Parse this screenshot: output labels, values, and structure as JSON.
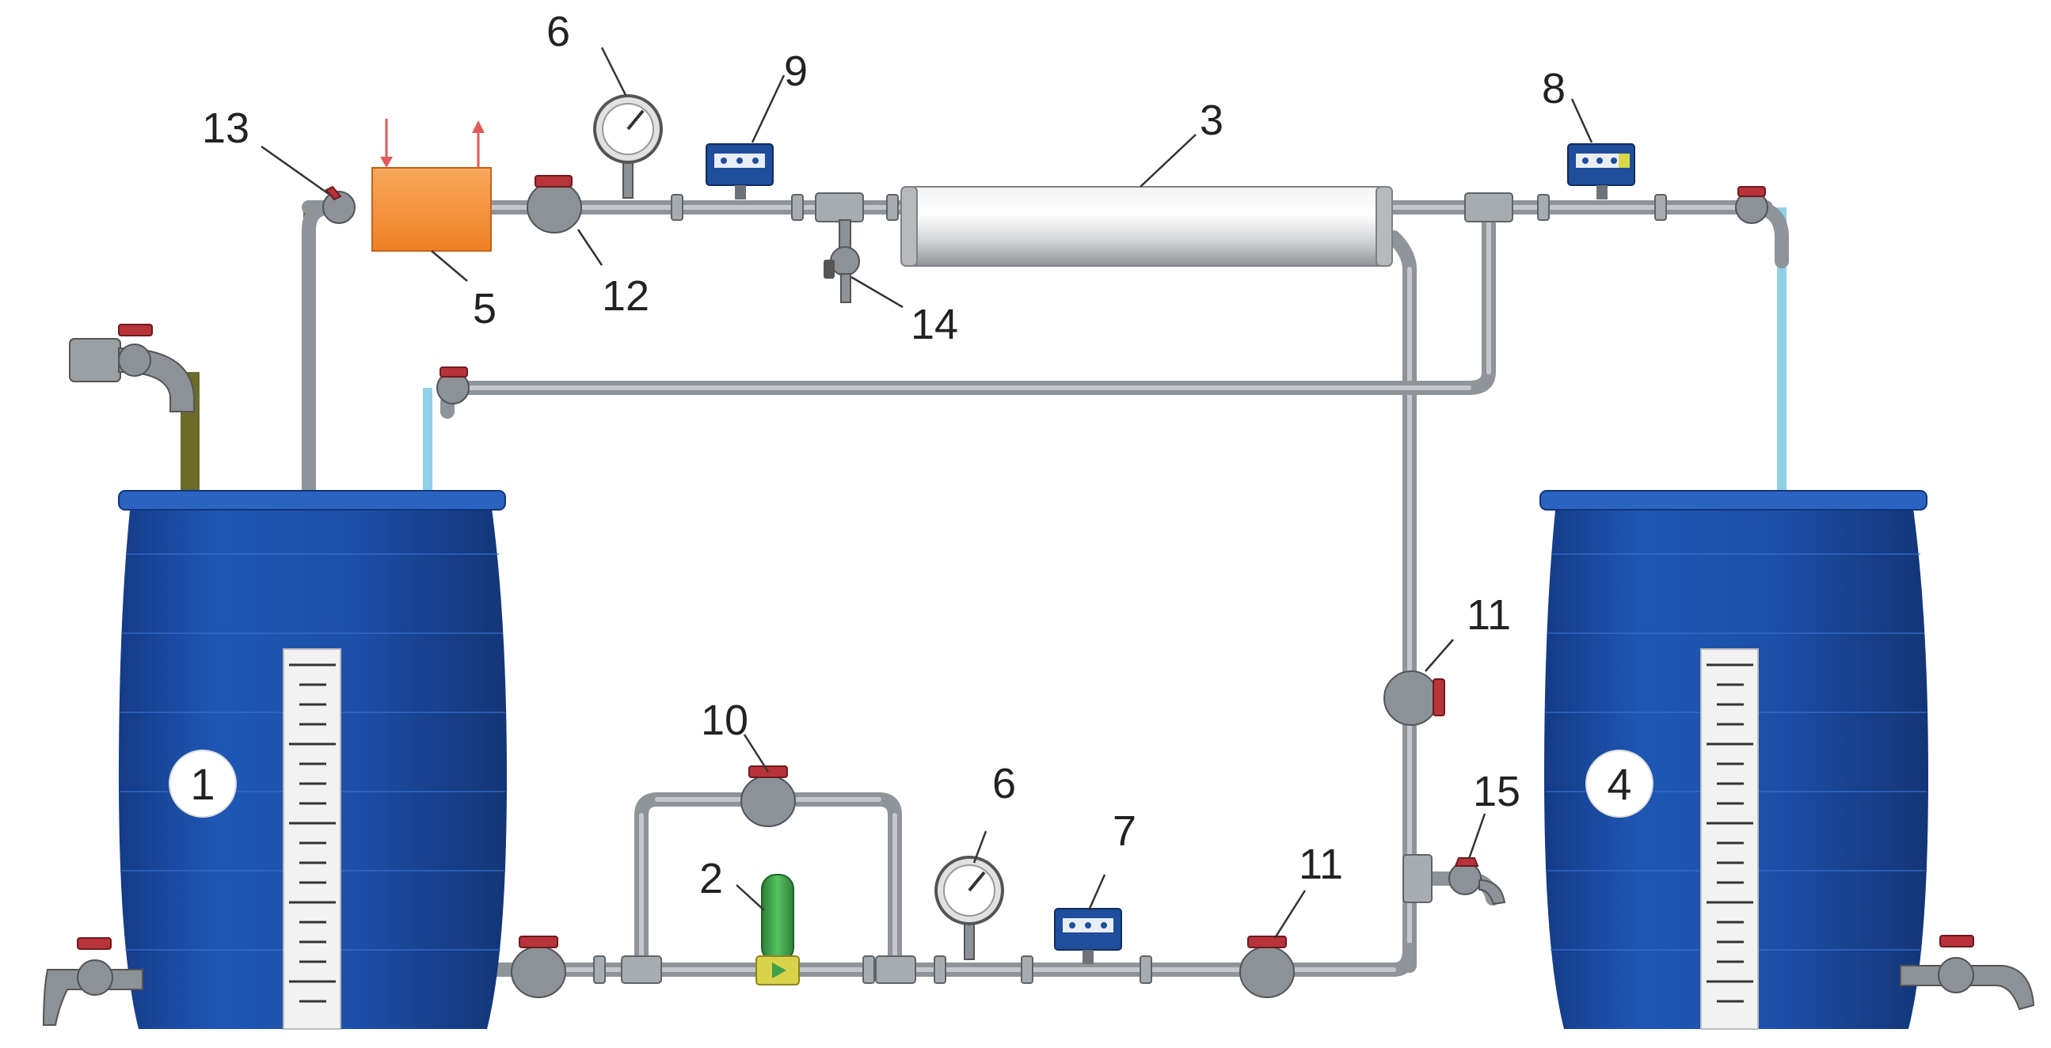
{
  "components": {
    "tank_feed": {
      "label": "1"
    },
    "pump": {
      "label": "2"
    },
    "membrane_module": {
      "label": "3"
    },
    "tank_permeate": {
      "label": "4"
    },
    "heat_exchanger": {
      "label": "5"
    },
    "pressure_gauge_top": {
      "label": "6"
    },
    "pressure_gauge_bottom": {
      "label": "6"
    },
    "flow_meter_bottom": {
      "label": "7"
    },
    "flow_meter_permeate": {
      "label": "8"
    },
    "flow_meter_top": {
      "label": "9"
    },
    "bypass_valve": {
      "label": "10"
    },
    "valve_return": {
      "label": "11"
    },
    "valve_bottom": {
      "label": "11"
    },
    "valve_main": {
      "label": "12"
    },
    "valve_inlet": {
      "label": "13"
    },
    "sampling_valve": {
      "label": "14"
    },
    "drain_valve": {
      "label": "15"
    }
  },
  "colors": {
    "tank_blue": "#1d4fa8",
    "tank_rim": "#2a63c2",
    "pipe_gray": "#8e9499",
    "heat_exchanger_orange": "#f5923a",
    "pump_green": "#3ea14a",
    "valve_handle_red": "#b8323a",
    "feed_liquid": "#6b6b2a",
    "permeate_liquid": "#8fd0e6"
  }
}
